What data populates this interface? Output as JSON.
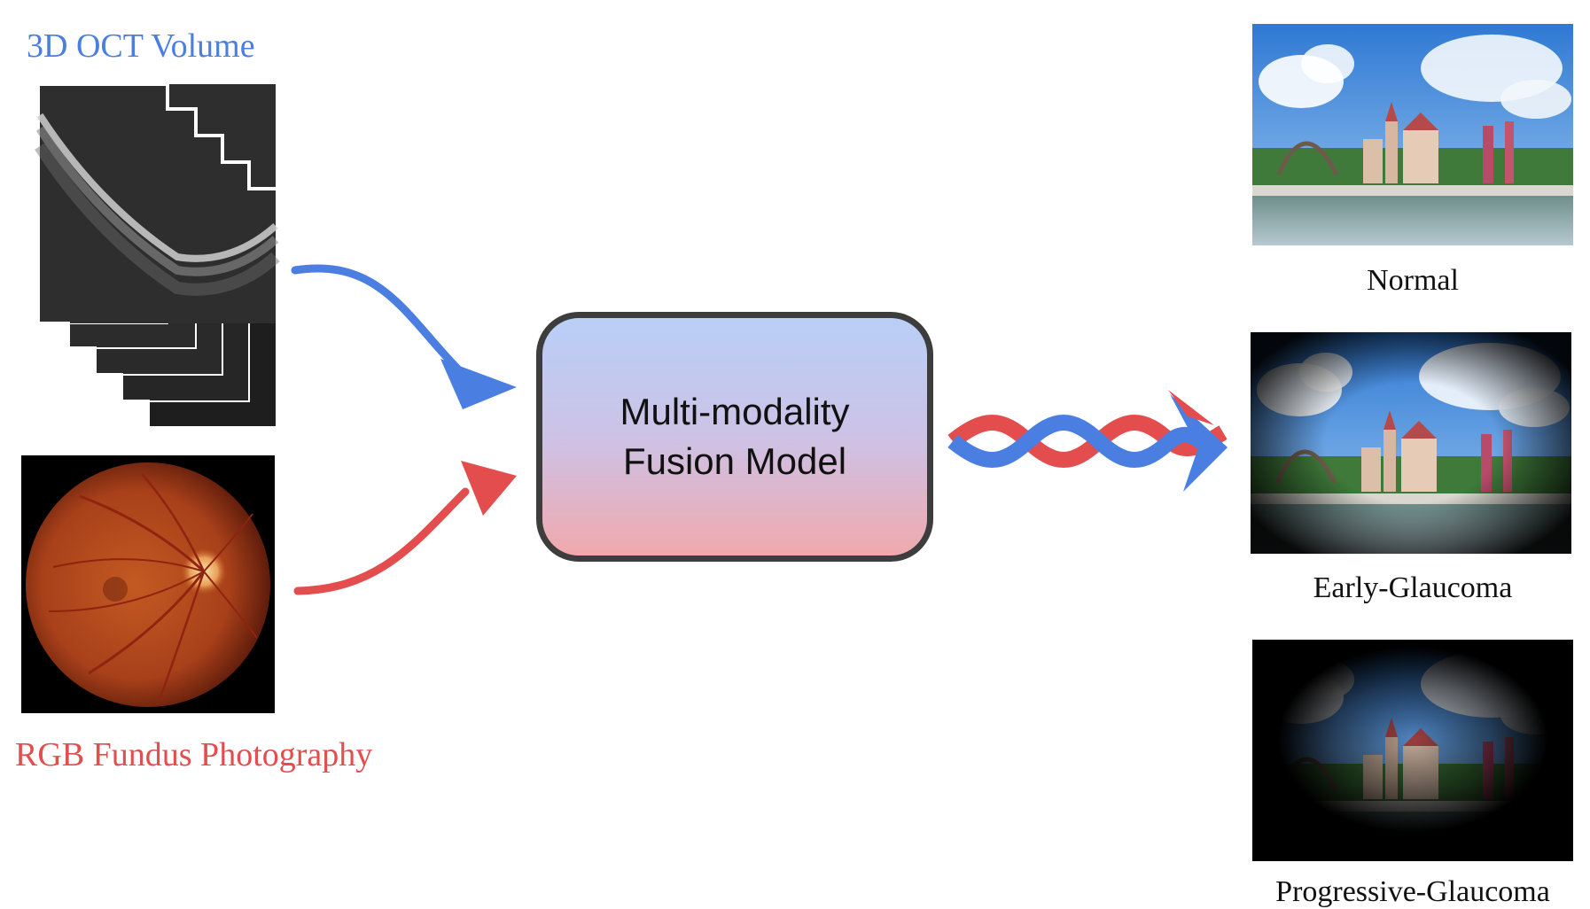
{
  "inputs": {
    "oct_label": "3D OCT Volume",
    "fundus_label": "RGB Fundus Photography"
  },
  "fusion": {
    "line1": "Multi-modality",
    "line2": "Fusion Model"
  },
  "outputs": [
    {
      "label": "Normal"
    },
    {
      "label": "Early-Glaucoma"
    },
    {
      "label": "Progressive-Glaucoma"
    }
  ],
  "colors": {
    "oct_blue": "#4a7ee0",
    "fundus_red": "#e34d4d",
    "box_border": "#3d3d3d",
    "box_top": "#b9cff7",
    "box_bottom": "#f0a9ad"
  }
}
